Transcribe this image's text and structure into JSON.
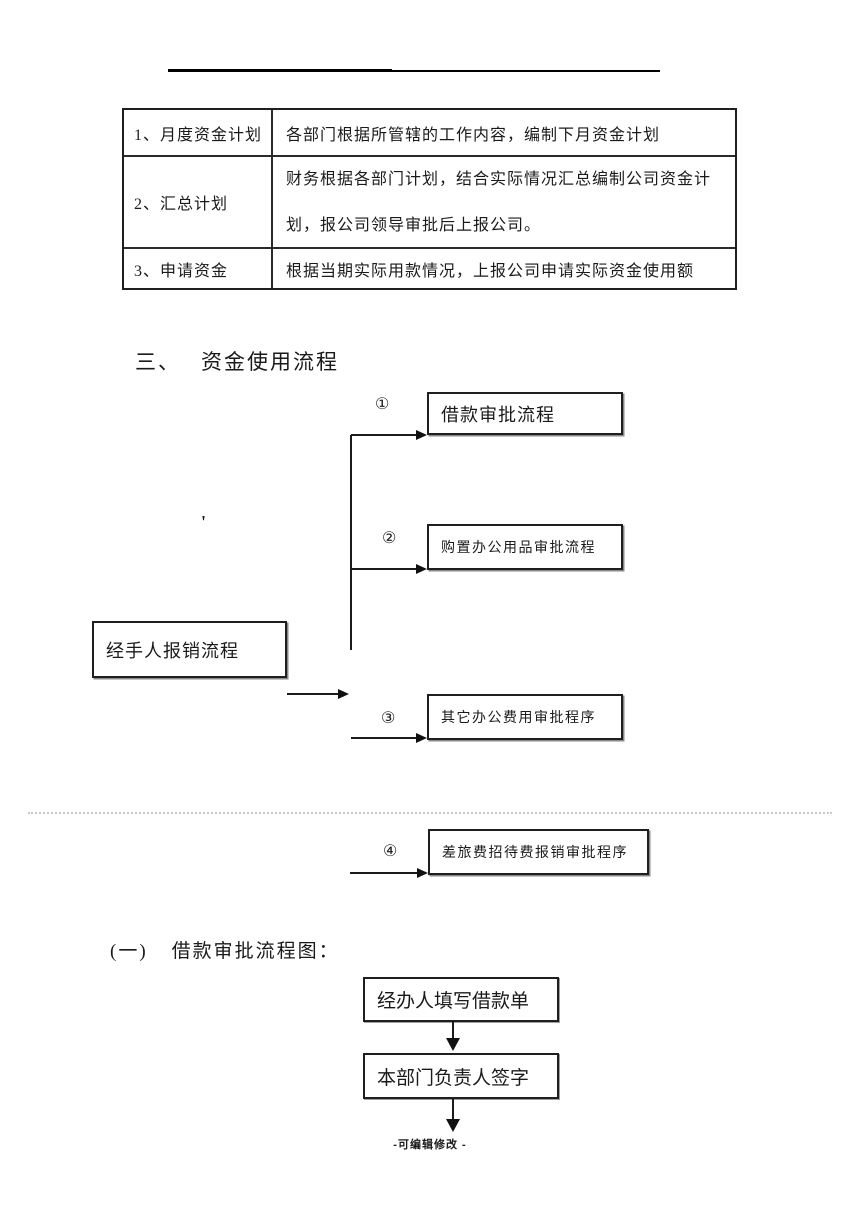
{
  "page": {
    "background": "#ffffff",
    "ink": "#1a1a1a"
  },
  "plan_table": {
    "rows": [
      {
        "label": "1、月度资金计划",
        "desc_lines": [
          "各部门根据所管辖的工作内容，编制下月资金计划"
        ]
      },
      {
        "label": "2、汇总计划",
        "desc_lines": [
          "财务根据各部门计划，结合实际情况汇总编制公司资金计",
          "划，报公司领导审批后上报公司。"
        ]
      },
      {
        "label": "3、申请资金",
        "desc_lines": [
          "根据当期实际用款情况，上报公司申请实际资金使用额"
        ]
      }
    ]
  },
  "section_heading": {
    "number": "三、",
    "title": "资金使用流程"
  },
  "usage_flowchart": {
    "source_box": "经手人报销流程",
    "stray_mark": "'",
    "branches": [
      {
        "num": "①",
        "label": "借款审批流程"
      },
      {
        "num": "②",
        "label": "购置办公用品审批流程"
      },
      {
        "num": "③",
        "label": "其它办公费用审批程序"
      },
      {
        "num": "④",
        "label": "差旅费招待费报销审批程序"
      }
    ]
  },
  "sub_heading": {
    "number": "(一)",
    "title": "借款审批流程图："
  },
  "borrow_flowchart": {
    "steps": [
      "经办人填写借款单",
      "本部门负责人签字"
    ]
  },
  "footer": {
    "note": "-可编辑修改 -"
  }
}
